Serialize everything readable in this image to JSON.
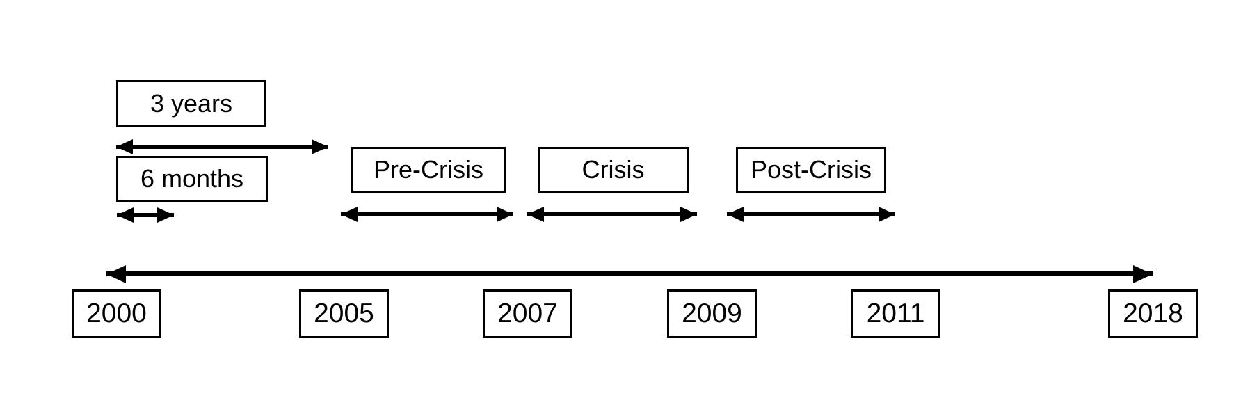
{
  "diagram": {
    "duration_labels": [
      {
        "label": "3 years"
      },
      {
        "label": "6 months"
      }
    ],
    "phase_labels": [
      {
        "label": "Pre-Crisis"
      },
      {
        "label": "Crisis"
      },
      {
        "label": "Post-Crisis"
      }
    ],
    "year_labels": [
      {
        "label": "2000"
      },
      {
        "label": "2005"
      },
      {
        "label": "2007"
      },
      {
        "label": "2009"
      },
      {
        "label": "2011"
      },
      {
        "label": "2018"
      }
    ],
    "colors": {
      "line": "#000000",
      "box_border": "#000000",
      "box_fill": "#ffffff",
      "background": "#ffffff"
    }
  }
}
